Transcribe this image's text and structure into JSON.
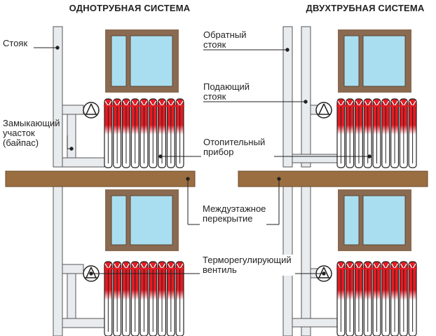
{
  "titles": {
    "left": "ОДНОТРУБНАЯ СИСТЕМА",
    "right": "ДВУХТРУБНАЯ СИСТЕМА"
  },
  "labels": {
    "riser": "Стояк",
    "bypass_line1": "Замыкающий",
    "bypass_line2": "участок",
    "bypass_line3": "(байпас)",
    "return_riser_line1": "Обратный",
    "return_riser_line2": "стояк",
    "supply_riser_line1": "Подающий",
    "supply_riser_line2": "стояк",
    "heater_line1": "Отопительный",
    "heater_line2": "прибор",
    "slab_line1": "Междуэтажное",
    "slab_line2": "перекрытие",
    "valve_line1": "Терморегулирующий",
    "valve_line2": "вентиль"
  },
  "colors": {
    "slab": "#9b6e41",
    "window_frame": "#8a6a50",
    "glass": "#a9def0",
    "hot": "#e41b23",
    "pipe": "#e9ecef",
    "outline": "#444444"
  },
  "icons": {
    "valve": "thermostatic-valve-icon"
  }
}
